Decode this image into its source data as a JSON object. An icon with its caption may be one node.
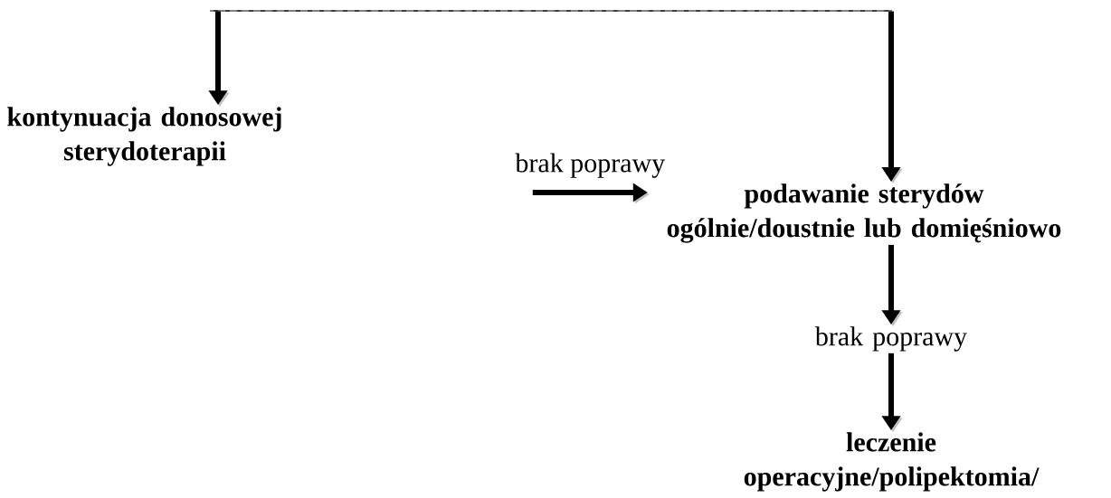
{
  "diagram": {
    "nodes": [
      {
        "text": [],
        "shape": "line"
      },
      {
        "text": [
          "kontynuacja donosowej sterydoterapii"
        ]
      },
      {
        "text": [
          "podawanie sterydów ogólnie/doustnie lub domięśniowo"
        ]
      },
      {
        "text": [
          "brak poprawy"
        ]
      },
      {
        "text": [
          "leczenie operacyjne/polipektomia/"
        ]
      }
    ],
    "edges": [
      {
        "from": 0,
        "to": 1,
        "arrow": "to"
      },
      {
        "from": 0,
        "to": 2,
        "arrow": "to"
      },
      {
        "from": null,
        "to": 2,
        "arrow": "to",
        "label": "brak poprawy"
      },
      {
        "from": 2,
        "to": 3,
        "arrow": "to"
      },
      {
        "from": 3,
        "to": 4,
        "arrow": "to"
      }
    ]
  }
}
